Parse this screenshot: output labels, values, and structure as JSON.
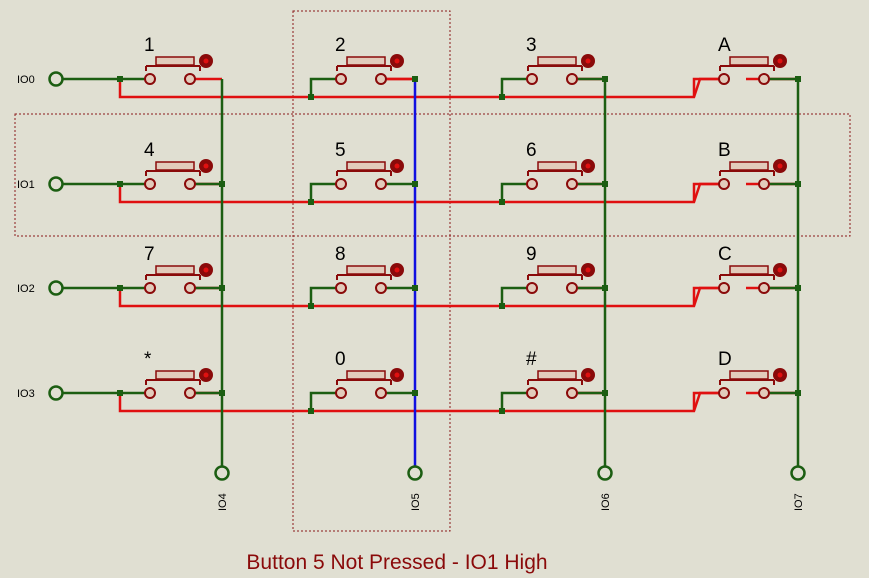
{
  "colors": {
    "background": "#e0dfd2",
    "red_wire": "#e01010",
    "green_wire": "#1c5e12",
    "blue_wire": "#1010e0",
    "button": "#8a0a0a",
    "button_fill": "#e2cbbb",
    "caption": "#8a0a0a",
    "box": "#8a1a1a"
  },
  "row_pins": [
    "IO0",
    "IO1",
    "IO2",
    "IO3"
  ],
  "col_pins": [
    "IO4",
    "IO5",
    "IO6",
    "IO7"
  ],
  "button_labels": [
    [
      "1",
      "2",
      "3",
      "A"
    ],
    [
      "4",
      "5",
      "6",
      "B"
    ],
    [
      "7",
      "8",
      "9",
      "C"
    ],
    [
      "*",
      "0",
      "#",
      "D"
    ]
  ],
  "highlighted_column": 1,
  "caption": "Button 5 Not Pressed - IO1 High"
}
